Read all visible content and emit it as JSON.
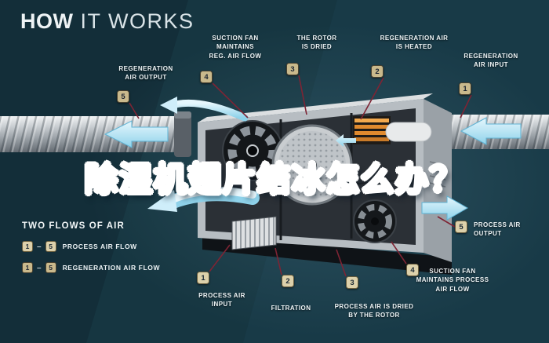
{
  "title": {
    "strong": "HOW",
    "light": "IT WORKS"
  },
  "headline": "除湿机翅片结冰怎么办？",
  "colors": {
    "background": "#132e39",
    "airflow_cyan": "#9ed9ee",
    "badge_process": "#ddd1ab",
    "badge_regen": "#c9b98c",
    "leader_line": "#7e2434",
    "headline_blue": "#2f8dcf"
  },
  "legend": {
    "title": "TWO FLOWS OF AIR",
    "rows": [
      {
        "start": "1",
        "sep": "–",
        "end": "5",
        "label": "PROCESS AIR FLOW"
      },
      {
        "start": "1",
        "sep": "–",
        "end": "5",
        "label": "REGENERATION AIR FLOW"
      }
    ]
  },
  "callouts": {
    "regen_output": {
      "num": "5",
      "label": "REGENERATION\nAIR OUTPUT"
    },
    "suction_reg": {
      "num": "4",
      "label": "SUCTION FAN\nMAINTAINS\nREG. AIR FLOW"
    },
    "rotor_dried": {
      "num": "3",
      "label": "THE ROTOR\nIS DRIED"
    },
    "regen_heated": {
      "num": "2",
      "label": "REGENERATION AIR\nIS HEATED"
    },
    "regen_input": {
      "num": "1",
      "label": "REGENERATION\nAIR INPUT"
    },
    "process_output": {
      "num": "5",
      "label": "PROCESS AIR\nOUTPUT"
    },
    "suction_process": {
      "num": "4",
      "label": "SUCTION FAN\nMAINTAINS PROCESS\nAIR FLOW"
    },
    "process_dried": {
      "num": "3",
      "label": "PROCESS AIR IS DRIED\nBY THE ROTOR"
    },
    "filtration": {
      "num": "2",
      "label": "FILTRATION"
    },
    "process_input": {
      "num": "1",
      "label": "PROCESS AIR\nINPUT"
    }
  }
}
